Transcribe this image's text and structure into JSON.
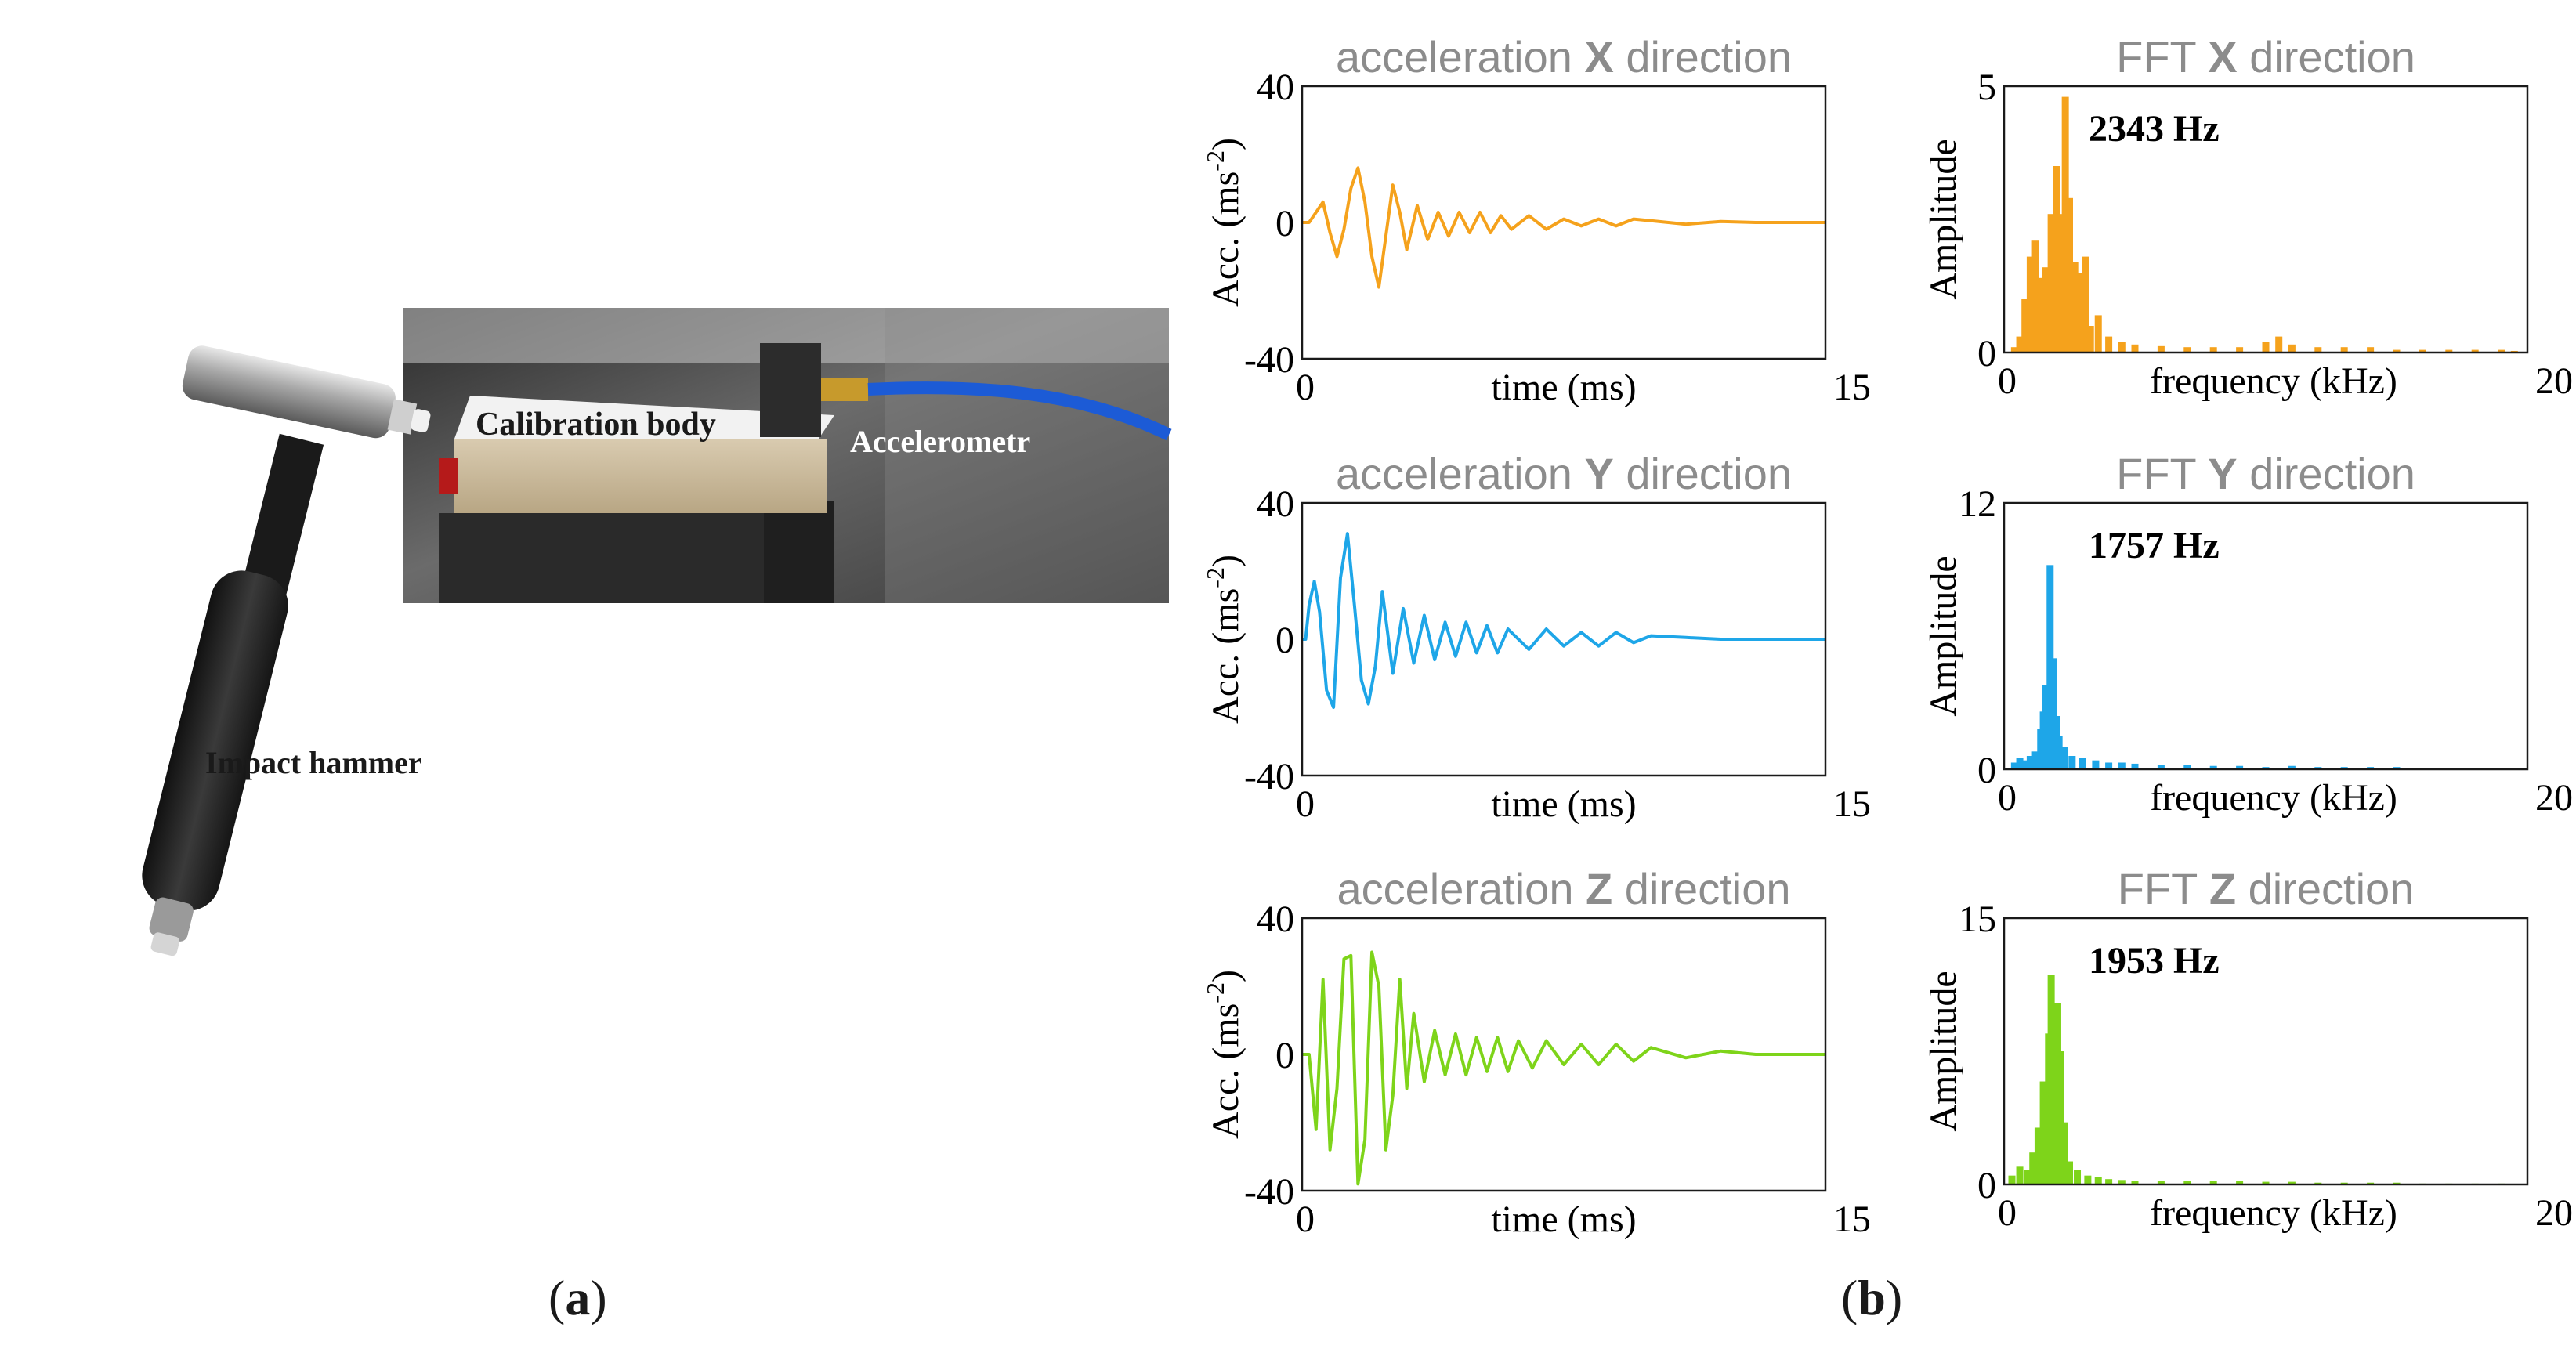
{
  "photo": {
    "calibration_label": "Calibration body",
    "accelerometer_label": "Accelerometr",
    "hammer_label": "Impact hammer"
  },
  "labels": {
    "a": "a",
    "b": "b"
  },
  "colors": {
    "x": "#f5a21c",
    "y": "#1ea6e8",
    "z": "#7ed41a"
  },
  "chart_data": [
    {
      "type": "line",
      "id": "acc_x",
      "title_prefix": "acceleration",
      "title_axis": "X",
      "title_suffix": "direction",
      "xlabel": "time (ms)",
      "ylabel": "Acc. (ms-2)",
      "xlim": [
        0,
        15
      ],
      "ylim": [
        -40,
        40
      ],
      "xticks": [
        "0",
        "15"
      ],
      "yticks": [
        "40",
        "0",
        "-40"
      ],
      "x": [
        0,
        0.2,
        0.4,
        0.6,
        0.8,
        1.0,
        1.2,
        1.4,
        1.6,
        1.8,
        2.0,
        2.2,
        2.4,
        2.6,
        2.8,
        3.0,
        3.3,
        3.6,
        3.9,
        4.2,
        4.5,
        4.8,
        5.1,
        5.4,
        5.7,
        6.0,
        6.5,
        7.0,
        7.5,
        8.0,
        8.5,
        9.0,
        9.5,
        10.0,
        11.0,
        12.0,
        13.0,
        14.0,
        15.0
      ],
      "y": [
        0,
        0,
        3,
        6,
        -3,
        -10,
        -2,
        10,
        16,
        6,
        -10,
        -19,
        -4,
        11,
        3,
        -8,
        5,
        -5,
        3,
        -4,
        3,
        -3,
        3,
        -3,
        2,
        -2,
        2,
        -2,
        1,
        -1,
        1,
        -1,
        1,
        0.5,
        -0.5,
        0.3,
        0,
        0,
        0
      ]
    },
    {
      "type": "line",
      "id": "acc_y",
      "title_prefix": "acceleration",
      "title_axis": "Y",
      "title_suffix": "direction",
      "xlabel": "time (ms)",
      "ylabel": "Acc. (ms-2)",
      "xlim": [
        0,
        15
      ],
      "ylim": [
        -40,
        40
      ],
      "xticks": [
        "0",
        "15"
      ],
      "yticks": [
        "40",
        "0",
        "-40"
      ],
      "x": [
        0,
        0.1,
        0.2,
        0.35,
        0.5,
        0.7,
        0.9,
        1.1,
        1.3,
        1.5,
        1.7,
        1.9,
        2.1,
        2.3,
        2.6,
        2.9,
        3.2,
        3.5,
        3.8,
        4.1,
        4.4,
        4.7,
        5.0,
        5.3,
        5.6,
        5.9,
        6.5,
        7.0,
        7.5,
        8.0,
        8.5,
        9.0,
        9.5,
        10.0,
        11.0,
        12.0,
        13.0,
        14.0,
        15.0
      ],
      "y": [
        0,
        0,
        10,
        17,
        8,
        -15,
        -20,
        18,
        31,
        10,
        -12,
        -19,
        -8,
        14,
        -10,
        9,
        -7,
        7,
        -6,
        5,
        -5,
        5,
        -4,
        4,
        -4,
        3,
        -3,
        3,
        -2,
        2,
        -2,
        2,
        -1,
        1,
        0.5,
        0,
        0,
        0,
        0
      ]
    },
    {
      "type": "line",
      "id": "acc_z",
      "title_prefix": "acceleration",
      "title_axis": "Z",
      "title_suffix": "direction",
      "xlabel": "time (ms)",
      "ylabel": "Acc. (ms-2)",
      "xlim": [
        0,
        15
      ],
      "ylim": [
        -40,
        40
      ],
      "xticks": [
        "0",
        "15"
      ],
      "yticks": [
        "40",
        "0",
        "-40"
      ],
      "x": [
        0,
        0.2,
        0.4,
        0.6,
        0.8,
        1.0,
        1.2,
        1.4,
        1.6,
        1.8,
        2.0,
        2.2,
        2.4,
        2.6,
        2.8,
        3.0,
        3.2,
        3.5,
        3.8,
        4.1,
        4.4,
        4.7,
        5.0,
        5.3,
        5.6,
        5.9,
        6.2,
        6.6,
        7.0,
        7.5,
        8.0,
        8.5,
        9.0,
        9.5,
        10.0,
        11.0,
        12.0,
        13.0,
        14.0,
        15.0
      ],
      "y": [
        0,
        0,
        -22,
        22,
        -28,
        -10,
        28,
        29,
        -38,
        -25,
        30,
        20,
        -28,
        -12,
        22,
        -10,
        12,
        -8,
        7,
        -6,
        6,
        -6,
        5,
        -5,
        5,
        -5,
        4,
        -4,
        4,
        -3,
        3,
        -3,
        3,
        -2,
        2,
        -1,
        1,
        0,
        0,
        0
      ]
    },
    {
      "type": "bar",
      "id": "fft_x",
      "title_prefix": "FFT",
      "title_axis": "X",
      "title_suffix": "direction",
      "xlabel": "frequency (kHz)",
      "ylabel": "Amplitude",
      "xlim": [
        0,
        20
      ],
      "ylim": [
        0,
        5
      ],
      "xticks": [
        "0",
        "20"
      ],
      "yticks": [
        "5",
        "0"
      ],
      "annotation": "2343 Hz",
      "x": [
        0.4,
        0.6,
        0.8,
        1.0,
        1.2,
        1.4,
        1.6,
        1.8,
        2.0,
        2.2,
        2.34,
        2.5,
        2.7,
        2.9,
        3.1,
        3.3,
        3.6,
        4.0,
        4.5,
        5.0,
        6.0,
        7.0,
        8.0,
        9.0,
        10.0,
        10.5,
        11.0,
        12.0,
        13.0,
        14.0,
        15.0,
        16.0,
        17.0,
        18.0,
        19.0,
        19.5
      ],
      "y": [
        0.1,
        0.3,
        1.0,
        1.8,
        2.1,
        1.4,
        1.6,
        2.6,
        3.5,
        2.6,
        4.8,
        2.9,
        1.7,
        1.5,
        1.8,
        0.5,
        0.7,
        0.3,
        0.2,
        0.15,
        0.12,
        0.1,
        0.1,
        0.1,
        0.2,
        0.3,
        0.15,
        0.1,
        0.1,
        0.1,
        0.05,
        0.05,
        0.05,
        0.05,
        0.05,
        0.03
      ]
    },
    {
      "type": "bar",
      "id": "fft_y",
      "title_prefix": "FFT",
      "title_axis": "Y",
      "title_suffix": "direction",
      "xlabel": "frequency (kHz)",
      "ylabel": "Amplitude",
      "xlim": [
        0,
        20
      ],
      "ylim": [
        0,
        12
      ],
      "xticks": [
        "0",
        "20"
      ],
      "yticks": [
        "12",
        "0"
      ],
      "annotation": "1757 Hz",
      "x": [
        0.4,
        0.6,
        0.8,
        1.0,
        1.2,
        1.4,
        1.5,
        1.6,
        1.76,
        1.9,
        2.0,
        2.1,
        2.3,
        2.6,
        3.0,
        3.5,
        4.0,
        4.5,
        5.0,
        6.0,
        7.0,
        8.0,
        9.0,
        10.0,
        11.0,
        12.0,
        13.0,
        14.0,
        15.0,
        16.0,
        17.0,
        18.0,
        19.0,
        19.5
      ],
      "y": [
        0.3,
        0.5,
        0.4,
        0.6,
        0.8,
        1.8,
        2.6,
        3.8,
        9.2,
        5.0,
        2.4,
        1.5,
        1.0,
        0.6,
        0.5,
        0.4,
        0.3,
        0.3,
        0.25,
        0.2,
        0.2,
        0.15,
        0.15,
        0.1,
        0.15,
        0.1,
        0.1,
        0.1,
        0.1,
        0.05,
        0.05,
        0.05,
        0.05,
        0.03
      ]
    },
    {
      "type": "bar",
      "id": "fft_z",
      "title_prefix": "FFT",
      "title_axis": "Z",
      "title_suffix": "direction",
      "xlabel": "frequency (kHz)",
      "ylabel": "Amplitude",
      "xlim": [
        0,
        20
      ],
      "ylim": [
        0,
        15
      ],
      "xticks": [
        "0",
        "20"
      ],
      "yticks": [
        "15",
        "0"
      ],
      "annotation": "1953 Hz",
      "x": [
        0.3,
        0.6,
        0.9,
        1.1,
        1.3,
        1.5,
        1.7,
        1.8,
        1.95,
        2.05,
        2.15,
        2.3,
        2.5,
        2.8,
        3.2,
        3.6,
        4.0,
        4.5,
        5.0,
        6.0,
        7.0,
        8.0,
        9.0,
        10.0,
        11.0,
        12.0,
        13.0,
        14.0,
        15.0,
        16.0,
        17.0,
        18.0,
        19.0,
        19.5
      ],
      "y": [
        0.5,
        1.0,
        0.8,
        1.8,
        3.2,
        5.8,
        8.5,
        11.8,
        7.0,
        10.2,
        7.5,
        3.5,
        1.3,
        0.8,
        0.5,
        0.4,
        0.3,
        0.25,
        0.2,
        0.2,
        0.2,
        0.2,
        0.2,
        0.15,
        0.15,
        0.1,
        0.1,
        0.1,
        0.1,
        0.05,
        0.05,
        0.05,
        0.05,
        0.03
      ]
    }
  ]
}
